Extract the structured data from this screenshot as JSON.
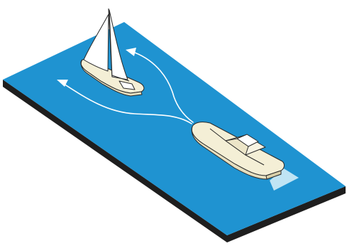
{
  "scene": {
    "colors": {
      "water": "#1f93d1",
      "slab_edge": "#1e1e1e",
      "hull": "#f4efd6",
      "outline": "#2a2a2a",
      "wake": "#bfe4f4",
      "route": "#ffffff",
      "sail": "#ffffff"
    },
    "elements": [
      "water-plane",
      "sailboat",
      "motorboat",
      "wake",
      "route-arrow-left",
      "route-arrow-up"
    ]
  }
}
